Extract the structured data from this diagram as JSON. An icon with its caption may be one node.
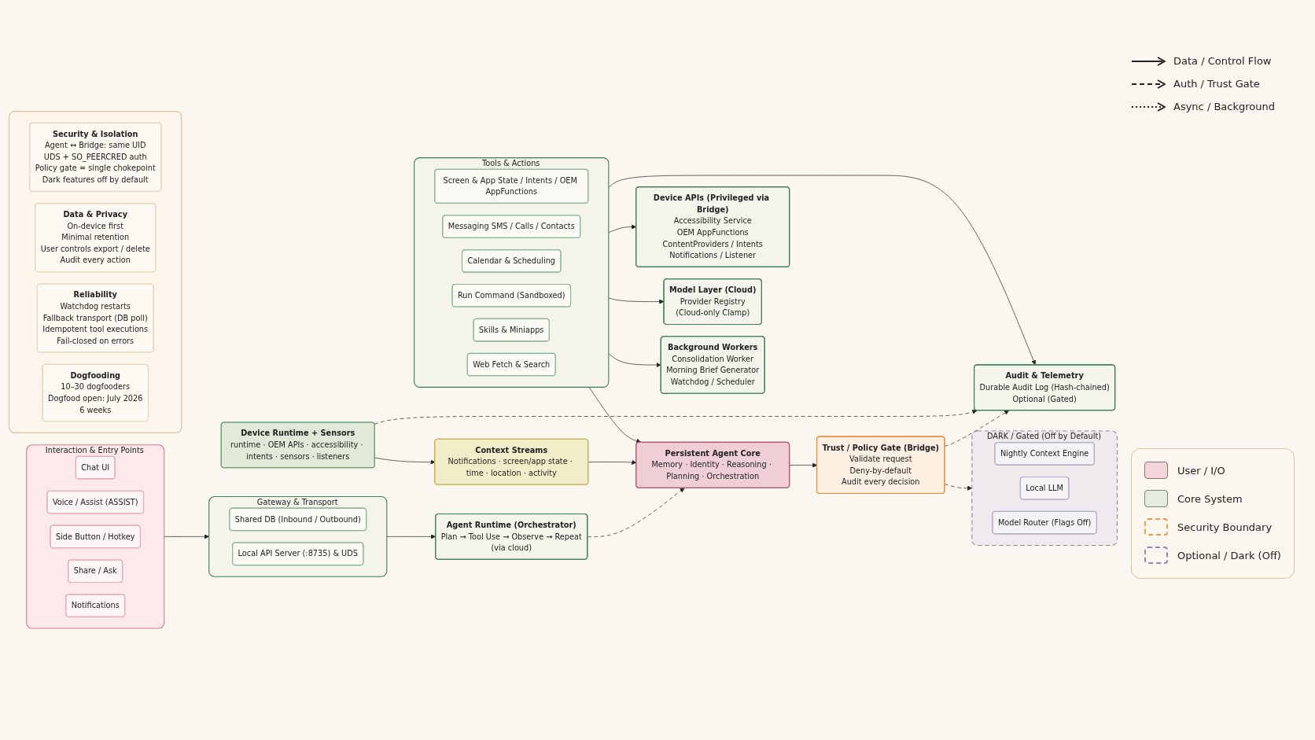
{
  "diagram": {
    "nodes": [
      {
        "text": [
          "Interaction & Entry Points"
        ]
      },
      {
        "text": [
          "Chat UI"
        ],
        "in": 0
      },
      {
        "text": [
          "Voice / Assist (ASSIST)"
        ],
        "in": 0
      },
      {
        "text": [
          "Side Button / Hotkey"
        ],
        "in": 0
      },
      {
        "text": [
          "Share / Ask"
        ],
        "in": 0
      },
      {
        "text": [
          "Notifications"
        ],
        "in": 0
      },
      {
        "text": [
          "Gateway & Transport"
        ]
      },
      {
        "text": [
          "Shared DB (Inbound / Outbound)"
        ],
        "in": 6
      },
      {
        "text": [
          "Local API Server (:8735) & UDS"
        ],
        "in": 6
      },
      {
        "text": [
          "Agent Runtime (Orchestrator)",
          "Plan → Tool Use → Observe → Repeat",
          "(via cloud)"
        ]
      },
      {
        "text": [
          "Tools & Actions"
        ]
      },
      {
        "text": [
          "Screen & App State / Intents / OEM AppFunctions"
        ],
        "in": 10
      },
      {
        "text": [
          "Messaging SMS / Calls / Contacts"
        ],
        "in": 10
      },
      {
        "text": [
          "Calendar & Scheduling"
        ],
        "in": 10
      },
      {
        "text": [
          "Run Command (Sandboxed)"
        ],
        "in": 10
      },
      {
        "text": [
          "Skills & Miniapps"
        ],
        "in": 10
      },
      {
        "text": [
          "Web Fetch & Search"
        ],
        "in": 10
      },
      {
        "text": [
          "Persistent Agent Core",
          "Memory · Identity · Reasoning · Planning · Orchestration"
        ]
      },
      {
        "text": [
          "Context Streams",
          "Notifications · screen/app state · time · location · activity"
        ]
      },
      {
        "text": [
          "Device Runtime + Sensors",
          "runtime · OEM APIs · accessibility · intents · sensors · listeners"
        ]
      },
      {
        "text": [
          "Trust / Policy Gate (Bridge)",
          "Validate request",
          "Deny-by-default",
          "Audit every decision"
        ]
      },
      {
        "text": [
          "DARK / Gated (Off by Default)"
        ]
      },
      {
        "text": [
          "Nightly Context Engine"
        ],
        "in": 21
      },
      {
        "text": [
          "Local LLM"
        ],
        "in": 21
      },
      {
        "text": [
          "Model Router (Flags Off)"
        ],
        "in": 21
      },
      {
        "text": [
          "Device APIs (Privileged via Bridge)",
          "Accessibility Service",
          "OEM AppFunctions",
          "ContentProviders / Intents",
          "Notifications / Listener"
        ]
      },
      {
        "text": [
          "Model Layer (Cloud)",
          "Provider Registry",
          "(Cloud-only Clamp)"
        ]
      },
      {
        "text": [
          "Audit & Telemetry",
          "Durable Audit Log (Hash-chained)",
          "Optional (Gated)"
        ]
      },
      {
        "text": [
          "Background Workers",
          "Consolidation Worker",
          "Morning Brief Generator",
          "Watchdog / Scheduler"
        ]
      },
      {
        "text": [],
        "shape": "box"
      },
      {
        "text": [
          "Security & Isolation",
          "Agent ↔ Bridge: same UID",
          "UDS + SO_PEERCRED auth",
          "Policy gate = single chokepoint",
          "Dark features off by default"
        ],
        "in": 29
      },
      {
        "text": [
          "Data & Privacy",
          "On-device first",
          "Minimal retention",
          "User controls export / delete",
          "Audit every action"
        ],
        "in": 29
      },
      {
        "text": [
          "Reliability",
          "Watchdog restarts",
          "Fallback transport (DB poll)",
          "Idempotent tool executions",
          "Fail-closed on errors"
        ],
        "in": 29
      },
      {
        "text": [
          "Dogfooding",
          "10–30 dogfooders",
          "Dogfood open: July 2026",
          "6 weeks"
        ],
        "in": 29
      }
    ],
    "edges": [
      {
        "from": 0,
        "to": 6,
        "arrow": "to"
      },
      {
        "from": 6,
        "to": 9,
        "arrow": "to"
      },
      {
        "from": 9,
        "to": 17,
        "arrow": "to",
        "style": "dashed"
      },
      {
        "from": 10,
        "to": 17,
        "arrow": "to"
      },
      {
        "from": 17,
        "to": 20,
        "arrow": "to"
      },
      {
        "from": 18,
        "to": 17,
        "arrow": "to"
      },
      {
        "from": 19,
        "to": 18,
        "arrow": "to"
      },
      {
        "from": 20,
        "to": 21,
        "arrow": "to",
        "style": "dashed"
      },
      {
        "from": 10,
        "to": 25,
        "arrow": "to"
      },
      {
        "from": 10,
        "to": 26,
        "arrow": "to"
      },
      {
        "from": 10,
        "to": 27,
        "arrow": "to"
      },
      {
        "from": 10,
        "to": 28,
        "arrow": "to"
      },
      {
        "from": 20,
        "to": 27,
        "arrow": "to",
        "style": "dashed"
      },
      {
        "from": 19,
        "to": 27,
        "arrow": "to",
        "style": "dashed"
      }
    ],
    "legend": [
      {
        "text": "Data / Control Flow"
      },
      {
        "text": "Auth / Trust Gate"
      },
      {
        "text": "Async / Background"
      },
      {
        "text": "User / I/O",
        "color": "#f4d3d9"
      },
      {
        "text": "Core System",
        "color": "#e3ecdf"
      },
      {
        "text": "Security Boundary",
        "color": "#f39a4d"
      },
      {
        "text": "Optional / Dark (Off)",
        "color": "#8c89b0"
      }
    ]
  }
}
